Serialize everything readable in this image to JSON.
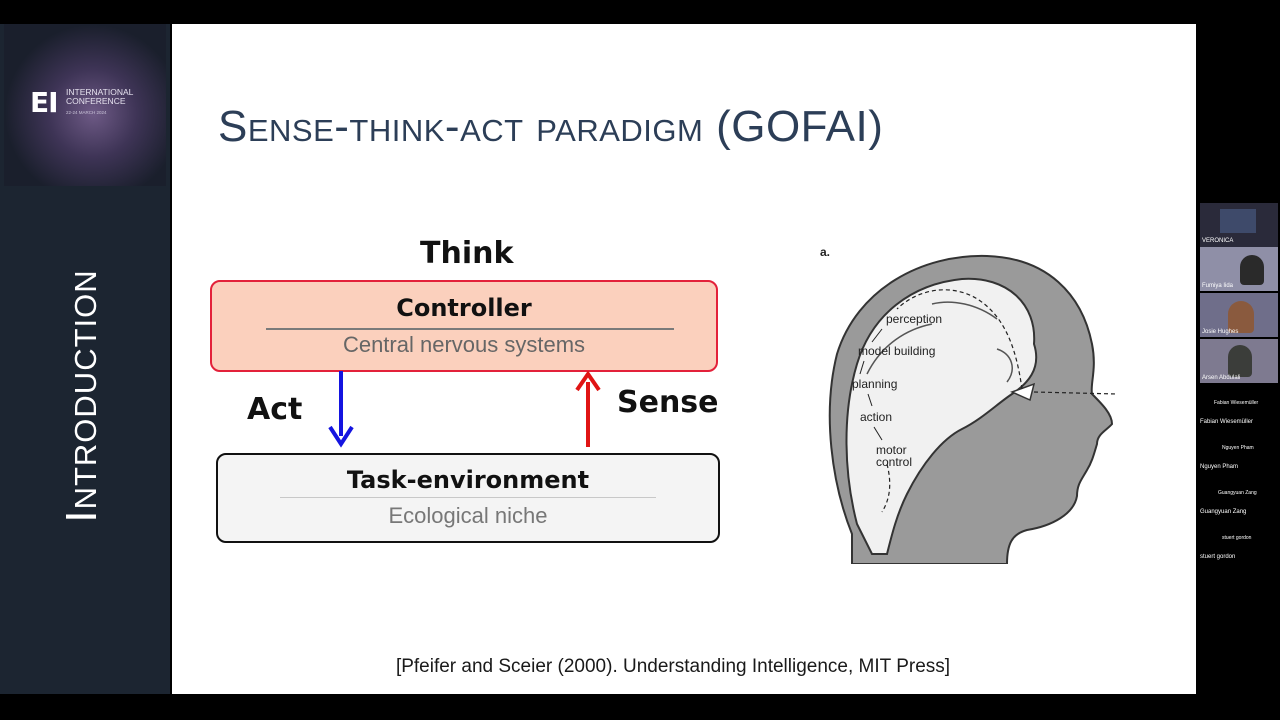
{
  "sidebar": {
    "logo_mark": "EI",
    "logo_text_line1": "INTERNATIONAL",
    "logo_text_line2": "CONFERENCE",
    "logo_date": "22-24 MARCH 2024",
    "section_label": "Introduction"
  },
  "slide": {
    "title": "Sense-think-act paradigm (GOFAI)",
    "diagram": {
      "think_label": "Think",
      "controller_title": "Controller",
      "controller_subtitle": "Central nervous systems",
      "act_label": "Act",
      "sense_label": "Sense",
      "environment_title": "Task-environment",
      "environment_subtitle": "Ecological niche",
      "arrow_act_color": "#1414e0",
      "arrow_sense_color": "#e01414"
    },
    "figure": {
      "panel_label": "a.",
      "steps": [
        "perception",
        "model building",
        "planning",
        "action",
        "motor",
        "control"
      ]
    },
    "citation": "[Pfeifer and Sceier (2000). Understanding Intelligence, MIT Press]"
  },
  "participants": {
    "top_label": "VERONICA",
    "tiles": [
      {
        "name": "Fumiya Iida"
      },
      {
        "name": "Josie Hughes"
      },
      {
        "name": "Arsen Abdulali"
      }
    ],
    "list": [
      {
        "small": "Fabian Wiesemüller",
        "name": "Fabian Wiesemüller"
      },
      {
        "small": "Nguyen Pham",
        "name": "Nguyen Pham"
      },
      {
        "small": "Guangyuan Zang",
        "name": "Guangyuan Zang"
      },
      {
        "small": "stuert gordon",
        "name": "stuert gordon"
      }
    ]
  }
}
